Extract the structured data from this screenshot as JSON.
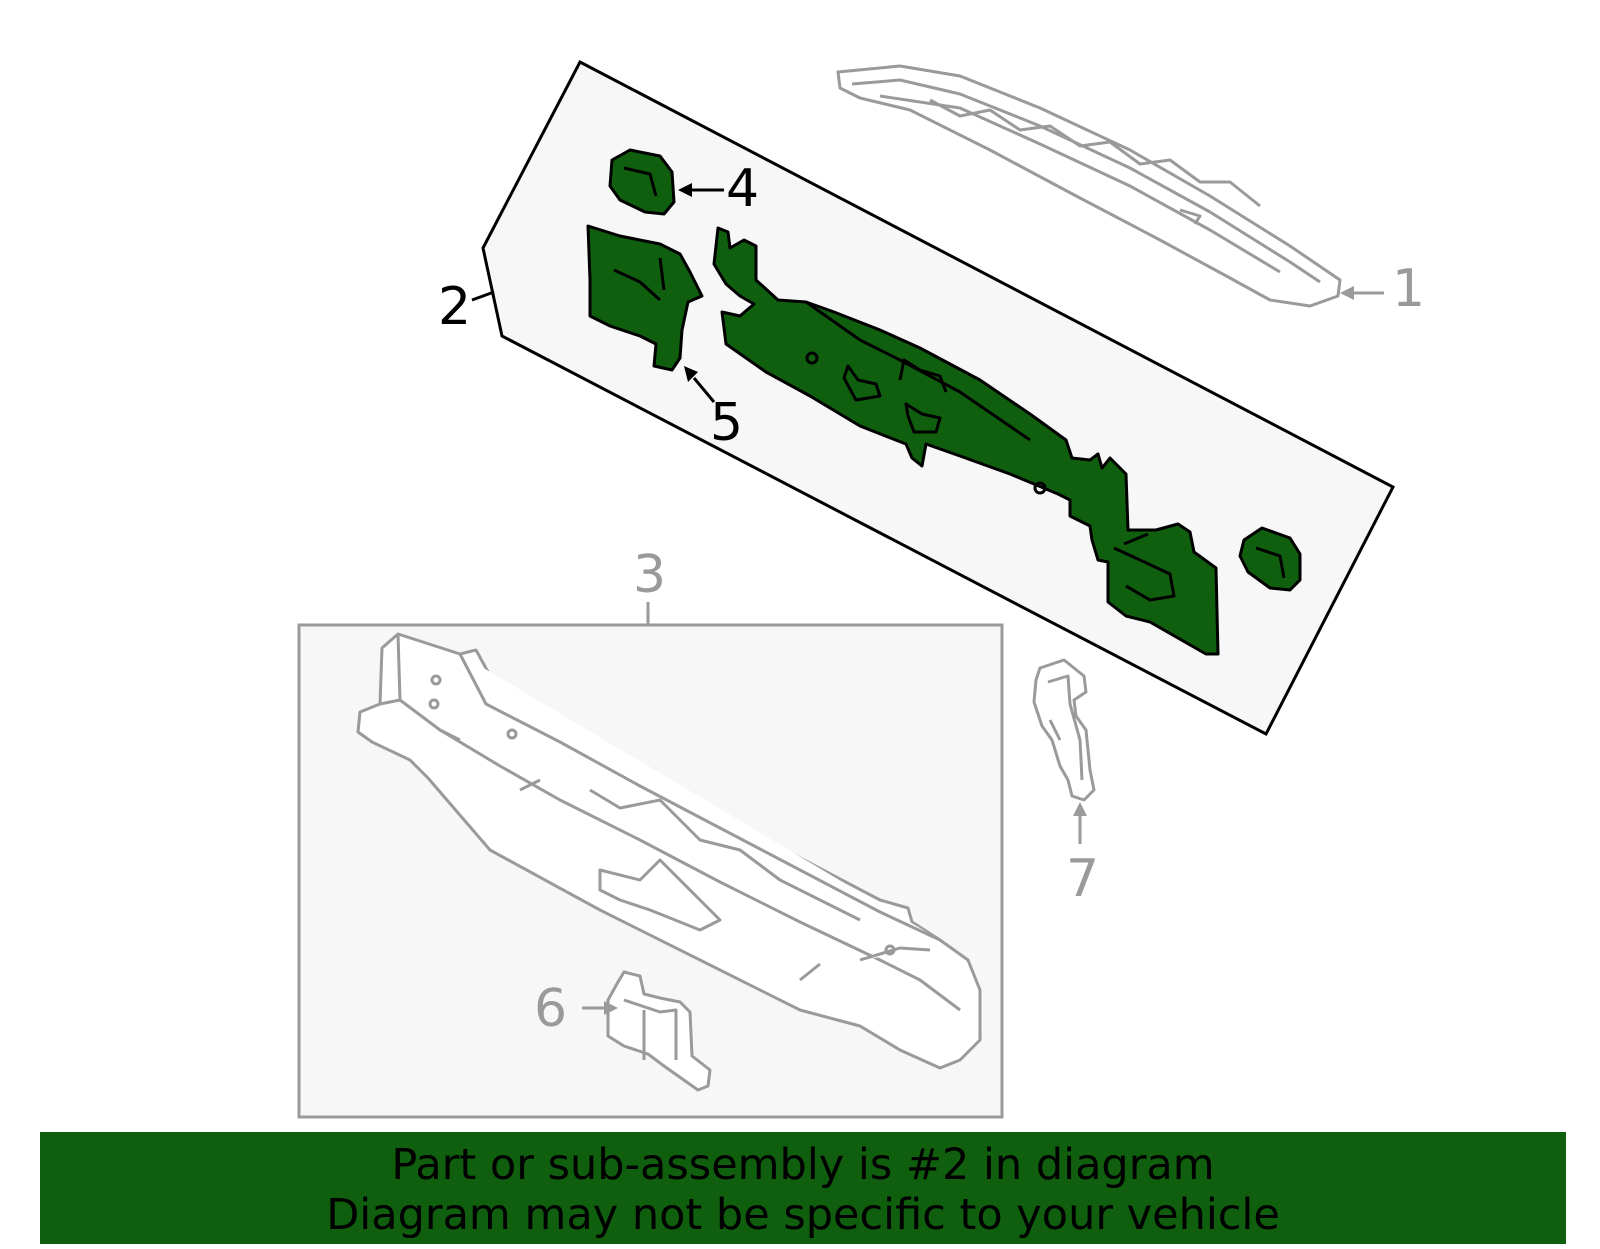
{
  "callouts": {
    "c1": "1",
    "c2": "2",
    "c3": "3",
    "c4": "4",
    "c5": "5",
    "c6": "6",
    "c7": "7"
  },
  "banner": {
    "line1": "Part or sub-assembly is #2 in diagram",
    "line2": "Diagram may not be specific to your vehicle"
  },
  "colors": {
    "highlight_fill": "#0f5f0f",
    "outline_gray": "#9a9a9a",
    "box_fill": "#f7f7f7"
  }
}
